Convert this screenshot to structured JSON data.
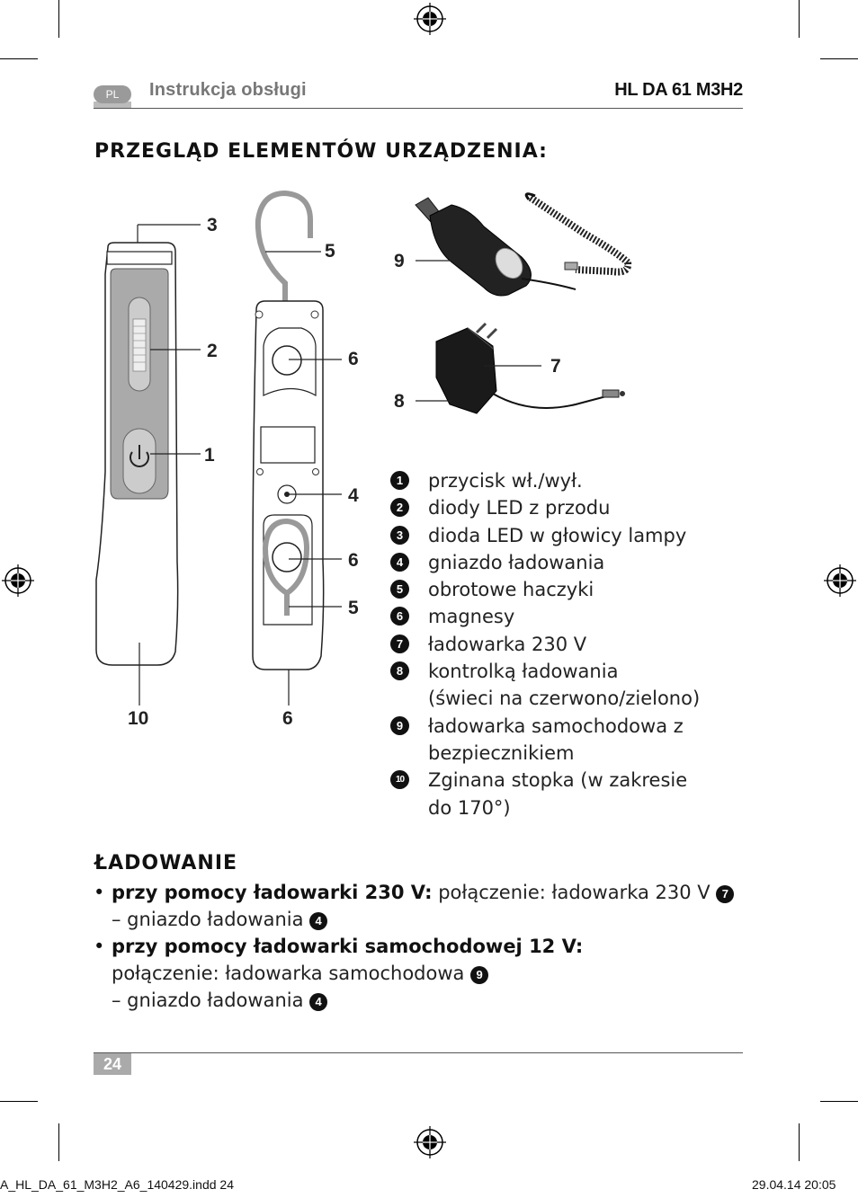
{
  "header": {
    "lang_badge": "PL",
    "title": "Instrukcja obsługi",
    "model": "HL DA 61 M3H2"
  },
  "overview": {
    "title": "PRZEGLĄD ELEMENTÓW URZĄDZENIA:",
    "callouts": [
      "3",
      "2",
      "1",
      "10",
      "5",
      "6",
      "4",
      "6",
      "5",
      "6",
      "9",
      "7",
      "8"
    ],
    "legend": [
      {
        "num": "1",
        "text": "przycisk wł./wył."
      },
      {
        "num": "2",
        "text": "diody LED z przodu"
      },
      {
        "num": "3",
        "text": "dioda LED w głowicy lampy"
      },
      {
        "num": "4",
        "text": "gniazdo ładowania"
      },
      {
        "num": "5",
        "text": "obrotowe haczyki"
      },
      {
        "num": "6",
        "text": "magnesy"
      },
      {
        "num": "7",
        "text": "ładowarka 230 V"
      },
      {
        "num": "8",
        "text": "kontrolką ładowania",
        "text2": "(świeci na czerwono/zielono)"
      },
      {
        "num": "9",
        "text": "ładowarka samochodowa z",
        "text2": "bezpiecznikiem"
      },
      {
        "num": "10",
        "text": "Zginana stopka (w zakresie",
        "text2": "do 170°)"
      }
    ]
  },
  "charging": {
    "title": "ŁADOWANIE",
    "item1_bold": "przy pomocy ładowarki 230 V:",
    "item1_text": " połączenie: ładowarka 230 V ",
    "item1_ref": "7",
    "item1_line2": "– gniazdo ładowania ",
    "item1_ref2": "4",
    "item2_bold": "przy pomocy ładowarki samochodowej 12 V:",
    "item2_line2": "połączenie: ładowarka samochodowa ",
    "item2_ref": "9",
    "item2_line3": "– gniazdo ładowania ",
    "item2_ref2": "4",
    "bullet": "•"
  },
  "footer": {
    "page": "24",
    "slug_left": "A_HL_DA_61_M3H2_A6_140429.indd   24",
    "slug_right": "29.04.14   20:05"
  }
}
